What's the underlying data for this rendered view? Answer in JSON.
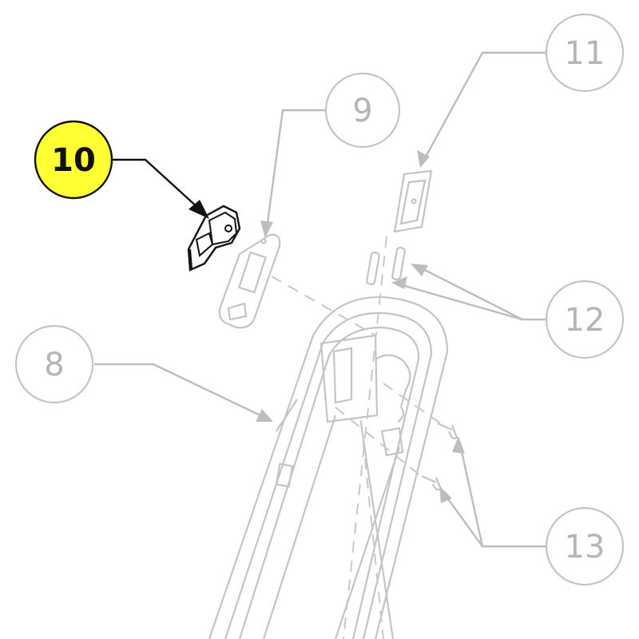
{
  "callouts": [
    {
      "id": "10",
      "label": "10",
      "highlighted": true
    },
    {
      "id": "9",
      "label": "9",
      "highlighted": false
    },
    {
      "id": "11",
      "label": "11",
      "highlighted": false
    },
    {
      "id": "8",
      "label": "8",
      "highlighted": false
    },
    {
      "id": "12",
      "label": "12",
      "highlighted": false
    },
    {
      "id": "13",
      "label": "13",
      "highlighted": false
    }
  ],
  "colors": {
    "highlight_fill": "#ffff33",
    "highlight_stroke": "#111111",
    "highlight_text": "#111111",
    "muted_stroke": "#c4c4c4",
    "muted_text": "#b5b5b5"
  }
}
